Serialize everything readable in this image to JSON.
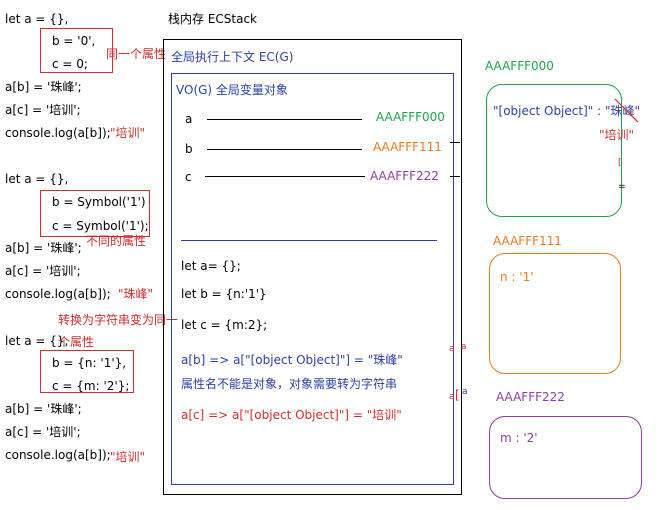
{
  "title": "栈内存 ECStack",
  "left": {
    "ex1": {
      "l1": "let a = {},",
      "b": "b = '0',",
      "c": "c = 0;",
      "note": "同一个属性",
      "l2": "a[b] = '珠峰';",
      "l3": "a[c] = '培训';",
      "l4": "console.log(a[b]);",
      "result": "\"培训\""
    },
    "ex2": {
      "l1": "let a = {},",
      "b": "b = Symbol('1')",
      "c": "c = Symbol('1');",
      "note": "不同的属性",
      "l2": "a[b] = '珠峰';",
      "l3": "a[c] = '培训';",
      "l4": "console.log(a[b]);",
      "result": "\"珠峰\""
    },
    "ex3": {
      "note1": "转换为字符串变为同一",
      "l1": "let a = {},",
      "note2": "个属性",
      "b": "b = {n: '1'},",
      "c": "c = {m: '2'};",
      "l2": "a[b] = '珠峰';",
      "l3": "a[c] = '培训';",
      "l4": "console.log(a[b]);",
      "result": "\"培训\""
    }
  },
  "ec": {
    "title": "全局执行上下文 EC(G)",
    "vo_title": "VO(G) 全局变量对象",
    "vars": [
      {
        "name": "a",
        "addr": "AAAFFF000"
      },
      {
        "name": "b",
        "addr": "AAAFFF111"
      },
      {
        "name": "c",
        "addr": "AAAFFF222"
      }
    ],
    "code": [
      "let a= {};",
      "let b = {n:'1'}",
      "let c = {m:2};"
    ],
    "expl1": "a[b] => a[\"[object Object]\"] = \"珠峰\"",
    "expl2": "属性名不能是对象，对象需要转为字符串",
    "expl3": "a[c] => a[\"[object Object]\"] = \"培训\""
  },
  "heap": {
    "h0": {
      "label": "AAAFFF000",
      "key": "\"[object Object]\"",
      "colon": " : ",
      "old_value": "\"珠峰\"",
      "new_value": "\"培训\""
    },
    "h1": {
      "label": "AAAFFF111",
      "content": "n : '1'"
    },
    "h2": {
      "label": "AAAFFF222",
      "content": "m : '2'"
    }
  },
  "colors": {
    "red": "#d62c2c",
    "blue": "#2c3fa8",
    "green": "#1ea34a",
    "orange": "#ec7b1c",
    "purple": "#8d3fa0"
  }
}
